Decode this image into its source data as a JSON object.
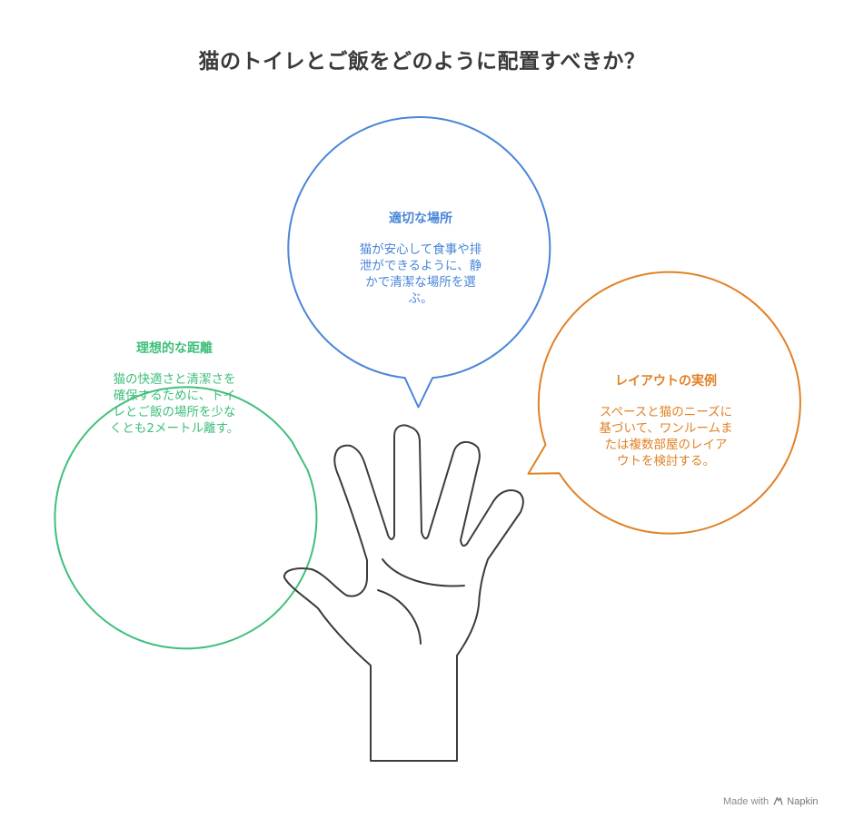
{
  "title": "猫のトイレとご飯をどのように配置すべきか？",
  "colors": {
    "title": "#3a3a3a",
    "green": "#3fbf7b",
    "blue": "#4a86d8",
    "orange": "#e08226",
    "hand_stroke": "#3c3c3c",
    "footer": "#8a8a8a"
  },
  "bubbles": {
    "ideal_distance": {
      "heading": "理想的な距離",
      "body_lines": [
        "猫の快適さと清潔さを",
        "確保するために、トイ",
        "レとご飯の場所を少な",
        "くとも2メートル離す。"
      ]
    },
    "suitable_place": {
      "heading": "適切な場所",
      "body_lines": [
        "猫が安心して食事や排",
        "泄ができるように、静",
        "かで清潔な場所を選",
        "ぶ。"
      ]
    },
    "layout_example": {
      "heading": "レイアウトの実例",
      "body_lines": [
        "スペースと猫のニーズに",
        "基づいて、ワンルームま",
        "たは複数部屋のレイア",
        "ウトを検討する。"
      ]
    }
  },
  "hand_icon": "open-hand-icon",
  "footer": {
    "made_with": "Made with",
    "brand": "Napkin",
    "logo_icon": "napkin-logo-icon"
  }
}
